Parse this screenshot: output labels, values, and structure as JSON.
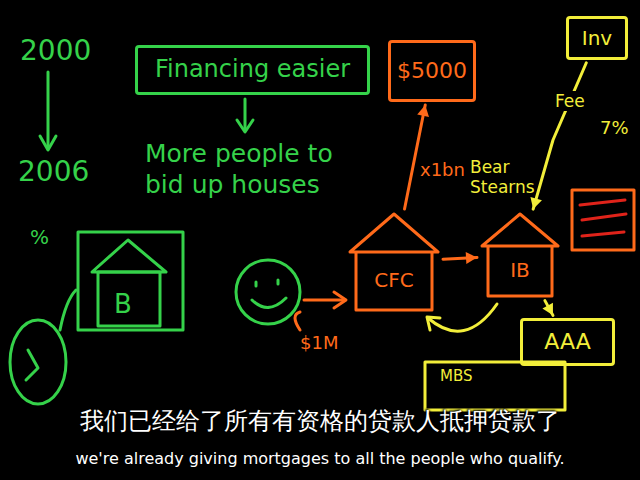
{
  "diagram": {
    "nodes": [
      {
        "text": [
          "Financing easier"
        ]
      },
      {
        "text": [
          "$5000"
        ]
      },
      {
        "text": [
          "Inv"
        ]
      },
      {
        "text": [
          "CFC"
        ]
      },
      {
        "text": [
          "IB"
        ]
      },
      {
        "text": [
          "AAA"
        ]
      }
    ],
    "edges": [
      {
        "from": 3,
        "to": 1,
        "arrow": "to"
      },
      {
        "from": 3,
        "to": 4,
        "arrow": "to"
      },
      {
        "from": 2,
        "to": 4,
        "label": "Fee",
        "arrow": "to"
      },
      {
        "from": 4,
        "to": 5,
        "arrow": "to"
      }
    ],
    "labels": [
      "2000",
      "2006",
      "More people to bid up houses",
      "x1bn",
      "Bear Stearns",
      "7%",
      "$1M",
      "%",
      "B",
      "MBS",
      "我们已经给了所有有资格的贷款人抵押贷款了",
      "we're already giving mortgages to all the people who qualify."
    ]
  }
}
